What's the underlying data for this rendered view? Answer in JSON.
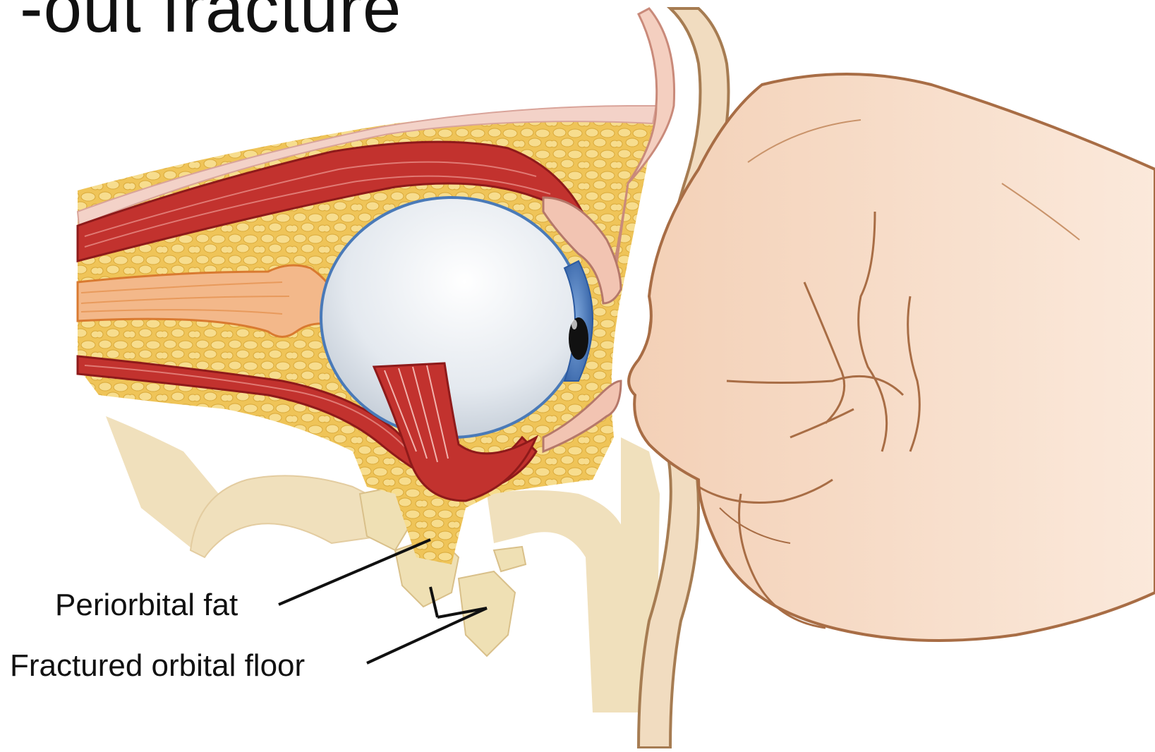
{
  "title": "-out fracture",
  "labels": {
    "periorbital_fat": "Periorbital fat",
    "fractured_orbital_floor": "Fractured orbital floor"
  },
  "colors": {
    "fat": "#efc458",
    "fat_cells": "#f5d98a",
    "muscle": "#c2322e",
    "muscle_dark": "#8e1a1a",
    "bone": "#f0e0bc",
    "bone_outline": "#a67c52",
    "globe": "#e3e8ee",
    "iris": "#3c6fb8",
    "skin": "#f6dcc4",
    "skin_outline": "#a86d45",
    "eyelid": "#f2c4b2"
  },
  "icons": [
    "eye-globe",
    "fist"
  ]
}
